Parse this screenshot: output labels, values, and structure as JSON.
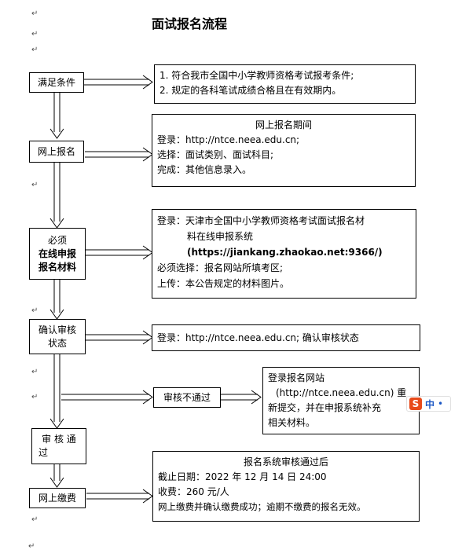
{
  "title": "面试报名流程",
  "para_mark": "↵",
  "steps": {
    "s1": "满足条件",
    "s2": "网上报名",
    "s3": [
      "必须",
      "在线申报",
      "报名材料"
    ],
    "s4": [
      "确认审核",
      "状态"
    ],
    "s5": [
      "审 核 通",
      "过"
    ],
    "s6": "网上缴费",
    "fail": "审核不通过"
  },
  "boxes": {
    "b1": [
      "1.  符合我市全国中小学教师资格考试报考条件;",
      "2.  规定的各科笔试成绩合格且在有效期内。"
    ],
    "b2": [
      "网上报名期间",
      "登录：http://ntce.neea.edu.cn;",
      "选择：面试类别、面试科目;",
      "完成：其他信息录入。"
    ],
    "b3": [
      "登录：天津市全国中小学教师资格考试面试报名材",
      "料在线申报系统",
      "(https://jiankang.zhaokao.net:9366/)",
      "必须选择：报名网站所填考区;",
      "上传：本公告规定的材料图片。"
    ],
    "b4": [
      "登录：http://ntce.neea.edu.cn; 确认审核状态"
    ],
    "b5": [
      "登录报名网站",
      "(http://ntce.neea.edu.cn) 重",
      "新提交，并在申报系统补充",
      "相关材料。"
    ],
    "b6": [
      "报名系统审核通过后",
      "截止日期：2022 年 12 月 14 日 24:00",
      "收费：260 元/人",
      "网上缴费并确认缴费成功；逾期不缴费的报名无效。"
    ]
  },
  "ime": {
    "logo": "S",
    "label": "中",
    "extra": "•"
  }
}
